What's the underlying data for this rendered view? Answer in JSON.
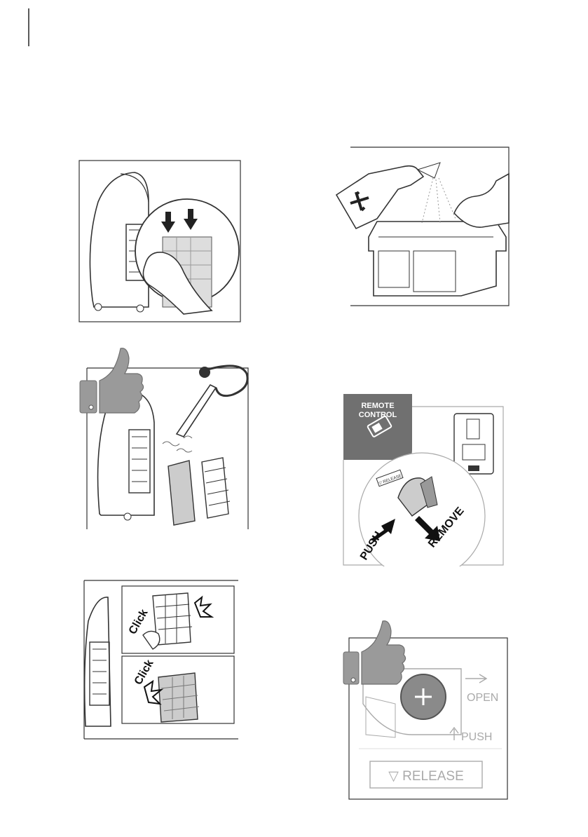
{
  "page": {
    "figures": [
      {
        "id": "fig-filter-press",
        "icons": [
          "arrow-down-icon",
          "hand-icon",
          "magnifier-circle-icon"
        ]
      },
      {
        "id": "fig-tank-spray",
        "icons": [
          "spray-bottle-icon",
          "cloth-hand-icon"
        ]
      },
      {
        "id": "fig-vacuum-filters",
        "icons": [
          "thumbs-up-icon",
          "vacuum-hose-icon"
        ]
      },
      {
        "id": "fig-remote-battery",
        "badge_line1": "REMOTE",
        "badge_line2": "CONTROL",
        "push_label": "PUSH",
        "remove_label": "REMOVE",
        "release_small": "▽ RELEASE"
      },
      {
        "id": "fig-filter-click",
        "click_top": "Click",
        "click_bottom": "Click"
      },
      {
        "id": "fig-battery-cover",
        "open_label": "OPEN",
        "push_label": "PUSH",
        "release_label": "▽ RELEASE"
      }
    ]
  },
  "colors": {
    "line": "#333333",
    "gray": "#9a9a9a",
    "dark_gray": "#6f6f6f",
    "badge": "#707070"
  }
}
